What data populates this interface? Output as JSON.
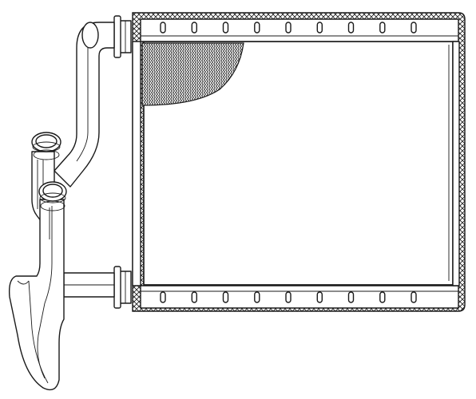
{
  "drawing": {
    "subject": "heater-core",
    "colors": {
      "stroke": "#1a1a1a",
      "background": "#ffffff"
    },
    "tank_slot_count": 9,
    "fin_region_shown": true,
    "pipes": [
      "upper-outlet-pipe",
      "lower-inlet-pipe"
    ]
  }
}
